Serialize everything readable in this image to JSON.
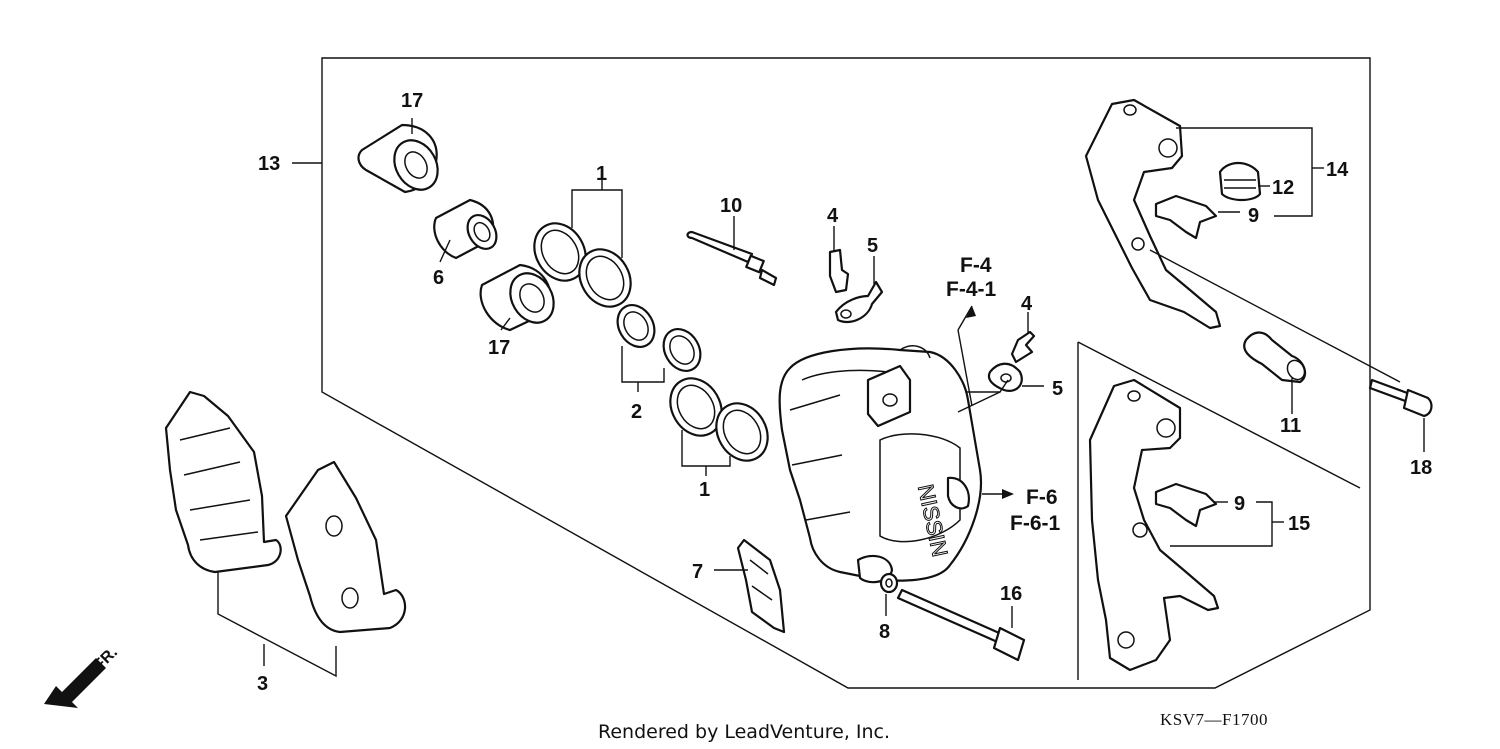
{
  "diagram": {
    "callouts": {
      "c1a": "1",
      "c1b": "1",
      "c2": "2",
      "c3": "3",
      "c4a": "4",
      "c4b": "4",
      "c5a": "5",
      "c5b": "5",
      "c6": "6",
      "c7": "7",
      "c8": "8",
      "c9a": "9",
      "c9b": "9",
      "c10": "10",
      "c11": "11",
      "c12": "12",
      "c13": "13",
      "c14": "14",
      "c15": "15",
      "c16": "16",
      "c17a": "17",
      "c17b": "17",
      "c18": "18"
    },
    "references": {
      "f4": "F-4",
      "f41": "F-4-1",
      "f6": "F-6",
      "f61": "F-6-1"
    },
    "caliper_brand": "NISSIN",
    "front_marker": "FR.",
    "footer": "Rendered by LeadVenture, Inc.",
    "drawing_code": "KSV7—F1700"
  }
}
